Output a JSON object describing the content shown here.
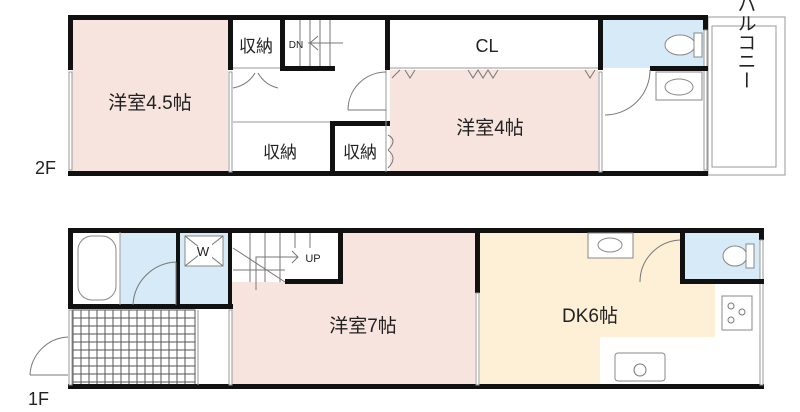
{
  "colors": {
    "western_room": "#f8e4de",
    "dk": "#fdf0d6",
    "wet_area": "#d6eaf8",
    "wall": "#111111"
  },
  "floor2": {
    "floor_label": "2F",
    "rooms": {
      "western_45": "洋室4.5帖",
      "storage_top": "収納",
      "stairs": "DN",
      "closet": "CL",
      "western_4": "洋室4帖",
      "storage_bottom_left": "収納",
      "storage_bottom_right": "収納",
      "balcony": "バルコニー"
    }
  },
  "floor1": {
    "floor_label": "1F",
    "rooms": {
      "washer": "W",
      "stairs": "UP",
      "western_7": "洋室7帖",
      "dk": "DK6帖"
    }
  }
}
